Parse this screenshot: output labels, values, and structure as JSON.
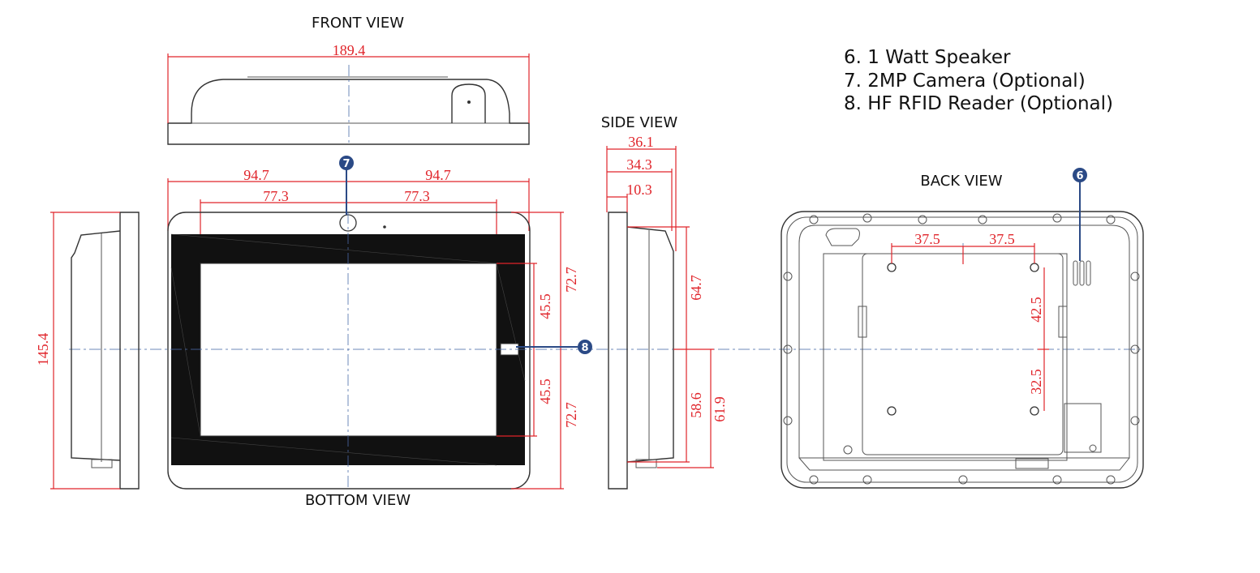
{
  "views": {
    "front": "FRONT VIEW",
    "bottom": "BOTTOM  VIEW",
    "side": "SIDE VIEW",
    "back": "BACK VIEW"
  },
  "legend": [
    "6. 1 Watt Speaker",
    "7. 2MP Camera (Optional)",
    "8. HF RFID Reader (Optional)"
  ],
  "callouts": [
    "7",
    "8",
    "6"
  ],
  "dimensions": {
    "top_width": "189.4",
    "half_width_left": "94.7",
    "half_width_right": "94.7",
    "screen_half_left": "77.3",
    "screen_half_right": "77.3",
    "screen_height_upper": "45.5",
    "screen_height_lower": "45.5",
    "half_height_upper": "72.7",
    "half_height_lower": "72.7",
    "total_height": "145.4",
    "depth_total": "36.1",
    "depth_mid": "34.3",
    "depth_bezel": "10.3",
    "side_upper": "64.7",
    "side_lower_inner": "58.6",
    "side_lower_outer": "61.9",
    "back_vesa_left": "37.5",
    "back_vesa_right": "37.5",
    "back_vesa_upper": "42.5",
    "back_vesa_lower": "32.5"
  },
  "colors": {
    "dimension": "#e0242a",
    "callout": "#2b4a86",
    "outline": "#333333",
    "screen": "#111111"
  }
}
